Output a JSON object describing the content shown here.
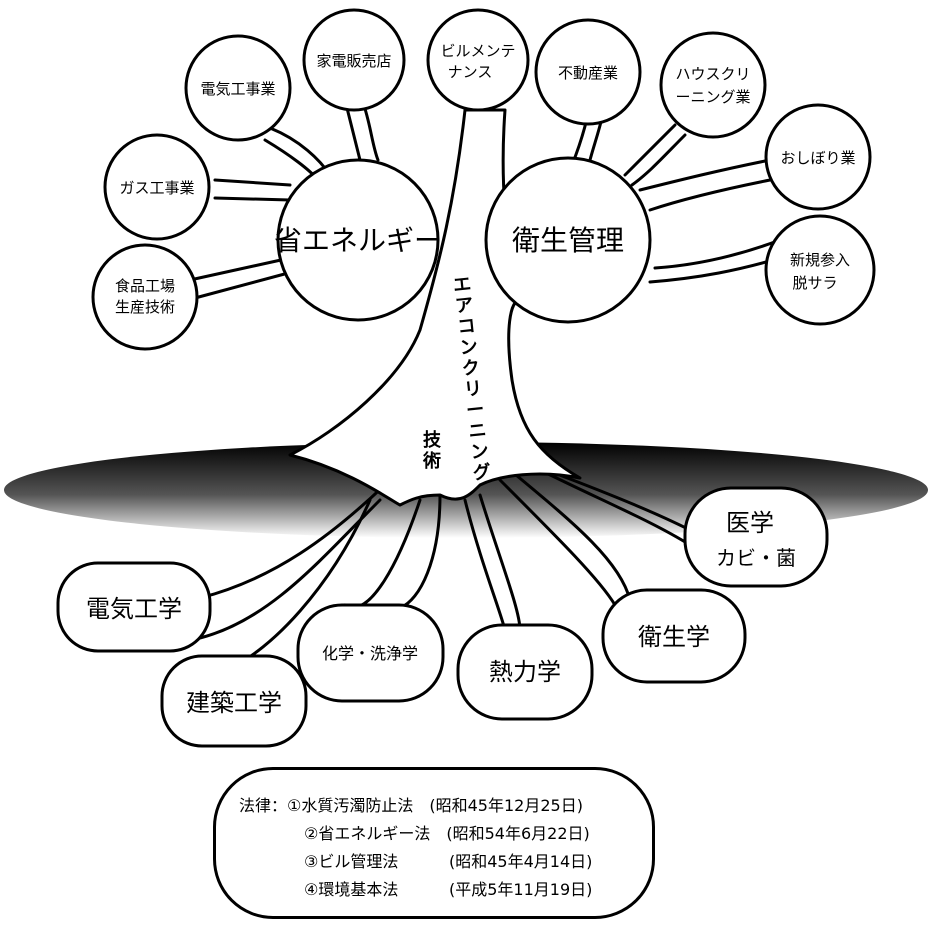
{
  "trunk_label": [
    "エ",
    "ア",
    "コ",
    "ン",
    "ク",
    "リ",
    "ー",
    "ニ",
    "ン",
    "グ"
  ],
  "trunk_label_sub": [
    "技",
    "術"
  ],
  "hubs": {
    "left": "省エネルギー",
    "right": "衛生管理"
  },
  "left_leaves": {
    "gas": "ガス工事業",
    "electric_work": "電気工事業",
    "appliance": "家電販売店",
    "food_factory": [
      "食品工場",
      "生産技術"
    ]
  },
  "top_leaves": {
    "building": [
      "ビルメンテ",
      "ナンス"
    ],
    "realestate": "不動産業"
  },
  "right_leaves": {
    "house_cleaning": [
      "ハウスクリ",
      "ーニング業"
    ],
    "oshibori": "おしぼり業",
    "new_entry": [
      "新規参入",
      "脱サラ"
    ]
  },
  "roots": {
    "electrical_eng": "電気工学",
    "architecture": "建築工学",
    "chemistry": "化学・洗浄学",
    "thermo": "熱力学",
    "hygiene": "衛生学",
    "medical": [
      "医学",
      "カビ・菌"
    ]
  },
  "laws": {
    "prefix": "法律：",
    "items": [
      {
        "name": "①水質汚濁防止法",
        "date": "(昭和45年12月25日)"
      },
      {
        "name": "②省エネルギー法",
        "date": "(昭和54年6月22日)"
      },
      {
        "name": "③ビル管理法",
        "date": "(昭和45年4月14日)"
      },
      {
        "name": "④環境基本法",
        "date": "(平成5年11月19日)"
      }
    ]
  }
}
